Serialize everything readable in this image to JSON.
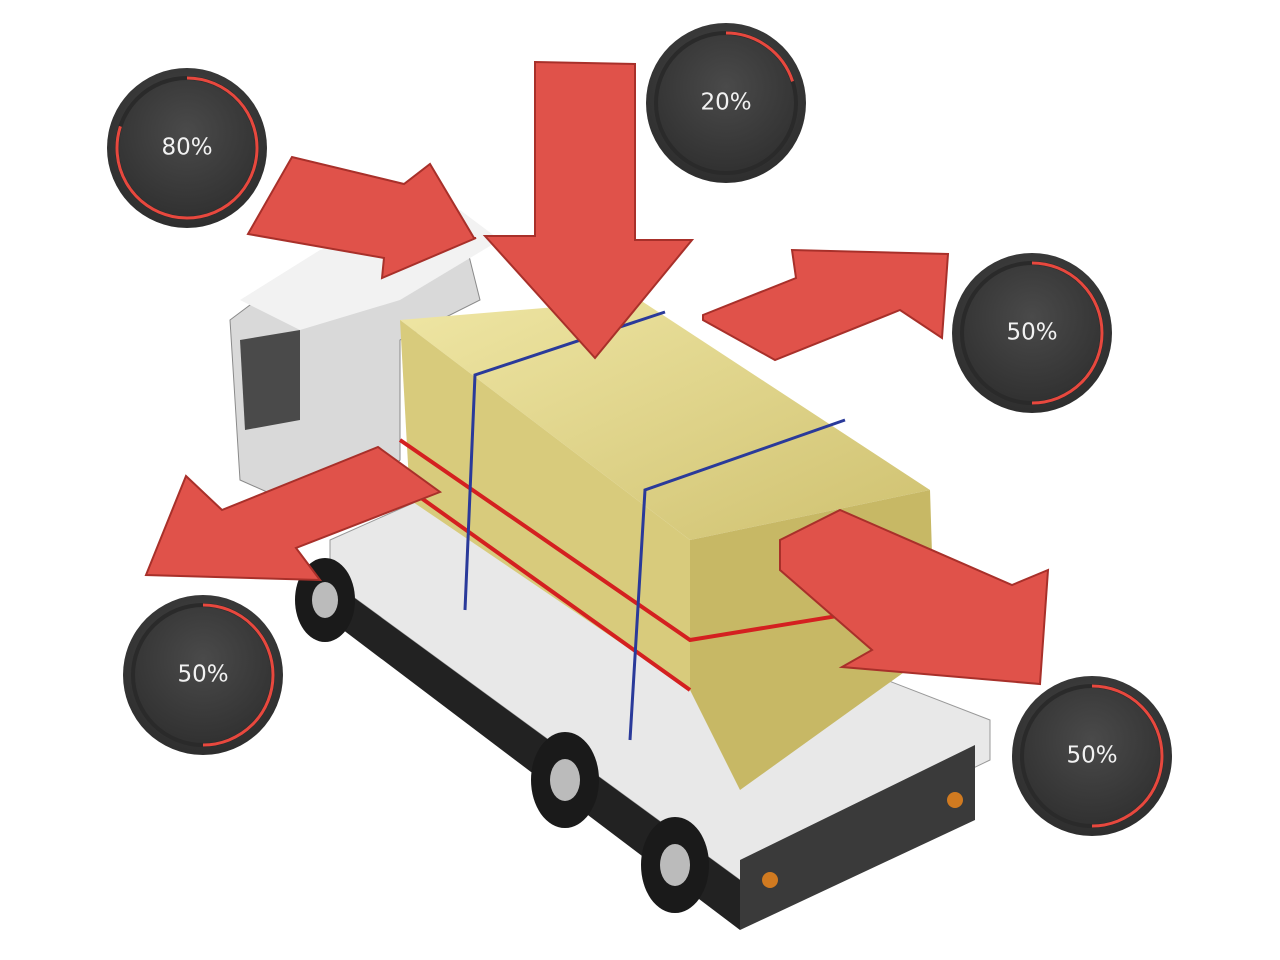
{
  "colors": {
    "arrow": "#e0524a",
    "arrow_dark": "#a8302a",
    "gauge_bg": "#3a3a3a",
    "gauge_track": "#2a2a2a",
    "gauge_arc": "#e8483e",
    "load": "#e6dc8e",
    "strap": "#2a3a9a"
  },
  "gauges": [
    {
      "id": "forward",
      "label": "80%",
      "value": 0.8
    },
    {
      "id": "vertical",
      "label": "20%",
      "value": 0.2
    },
    {
      "id": "rear-right",
      "label": "50%",
      "value": 0.5
    },
    {
      "id": "left-side",
      "label": "50%",
      "value": 0.5
    },
    {
      "id": "right-side",
      "label": "50%",
      "value": 0.5
    }
  ]
}
